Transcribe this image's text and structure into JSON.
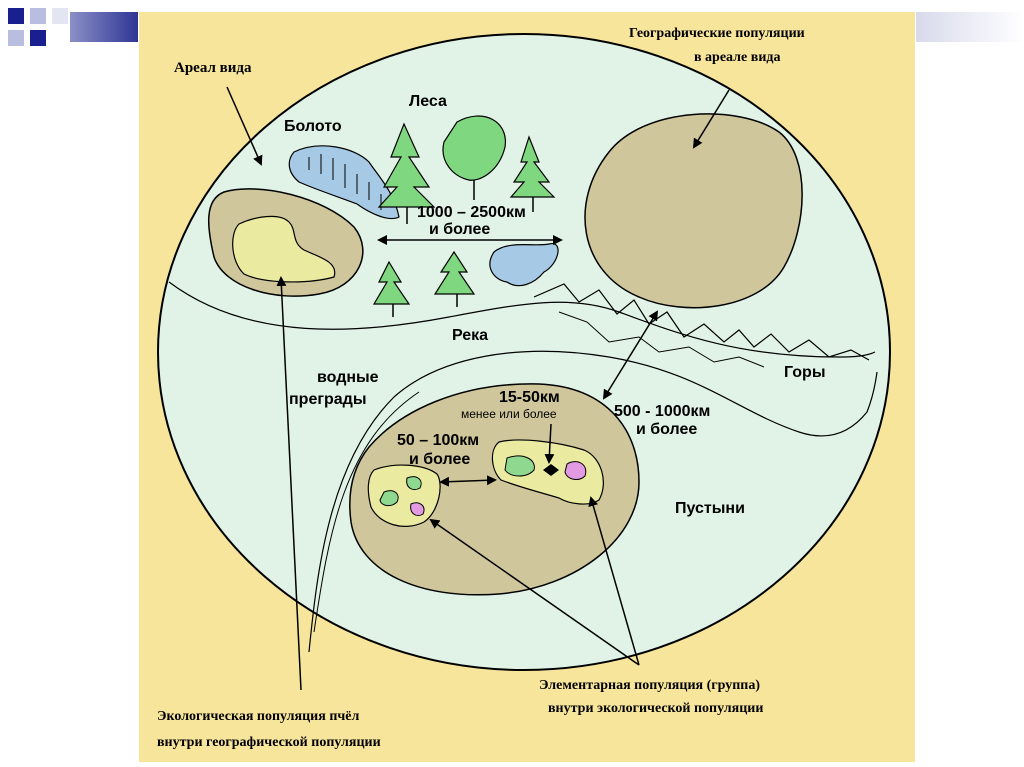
{
  "colors": {
    "background": "#f7e59c",
    "circle_fill": "#e1f3e6",
    "population_fill": "#cfc69b",
    "ecological_fill": "#eaeaa0",
    "group_green": "#8fd88f",
    "group_pink": "#e29ae2",
    "water": "#a6c9e6",
    "tree": "#7fd87f",
    "corner_accent": "#1a1f8f"
  },
  "labels": {
    "range": "Ареал вида",
    "geo_populations_line1": "Географические популяции",
    "geo_populations_line2": "в ареале вида",
    "forests": "Леса",
    "swamp": "Болото",
    "dist_big_line1": "1000 – 2500км",
    "dist_big_line2": "и более",
    "river": "Река",
    "water_barriers_line1": "водные",
    "water_barriers_line2": "преграды",
    "mountains": "Горы",
    "dist_mid_line1": "500 - 1000км",
    "dist_mid_line2": "и более",
    "dist_small_line1": "15-50км",
    "dist_small_line2": "менее или более",
    "dist_group_line1": "50 – 100км",
    "dist_group_line2": "и более",
    "deserts": "Пустыни",
    "elementary_line1": "Элементарная популяция (группа)",
    "elementary_line2": "внутри экологической популяции",
    "ecological_line1": "Экологическая популяция пчёл",
    "ecological_line2": "внутри географической популяции"
  }
}
